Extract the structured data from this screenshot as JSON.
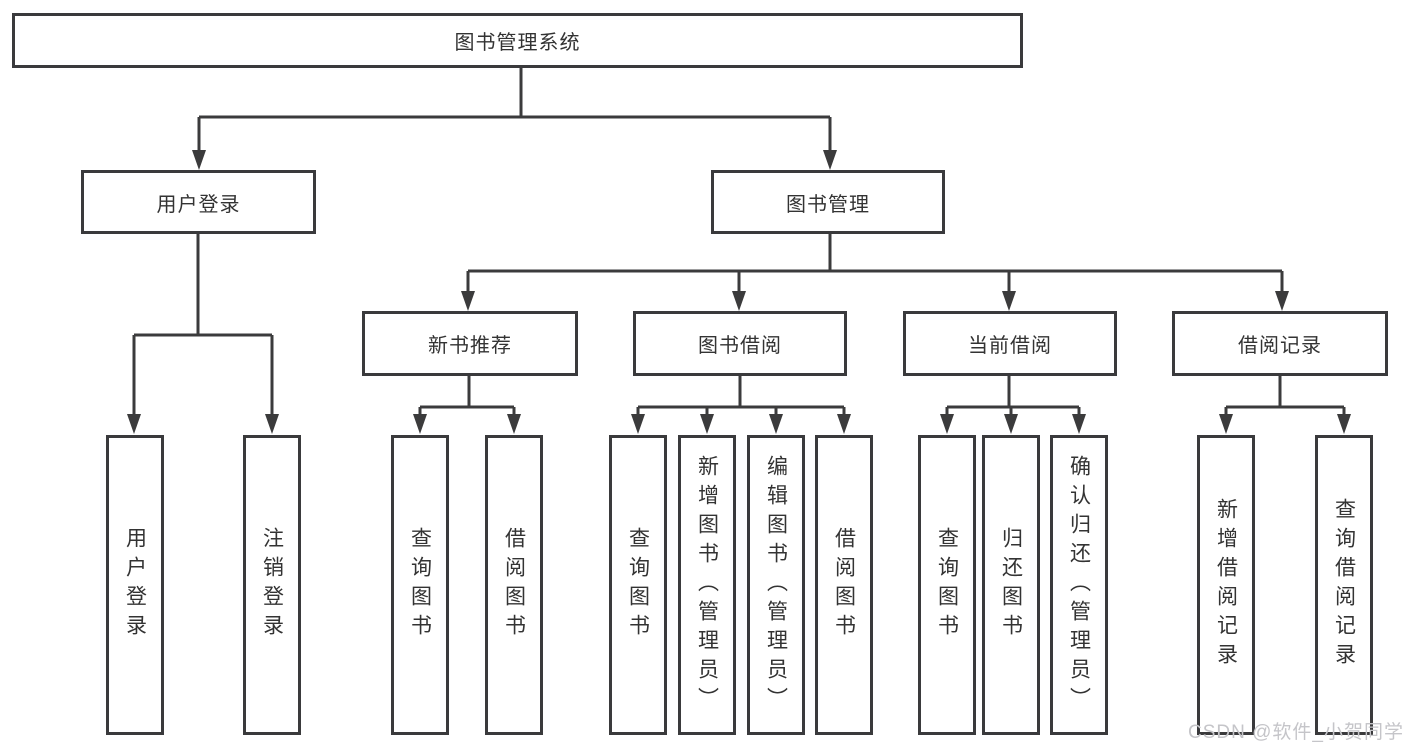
{
  "diagram_title": "图书管理系统",
  "colors": {
    "background": "#ffffff",
    "line": "#3b3b3c",
    "box_border": "#3a3a3c",
    "text": "#333333",
    "watermark": "#c5c5c9"
  },
  "tree": {
    "label": "图书管理系统",
    "children": [
      {
        "label": "用户登录",
        "children": [
          {
            "label": "用户登录"
          },
          {
            "label": "注销登录"
          }
        ]
      },
      {
        "label": "图书管理",
        "children": [
          {
            "label": "新书推荐",
            "children": [
              {
                "label": "查询图书"
              },
              {
                "label": "借阅图书"
              }
            ]
          },
          {
            "label": "图书借阅",
            "children": [
              {
                "label": "查询图书"
              },
              {
                "label": "新增图书（管理员）"
              },
              {
                "label": "编辑图书（管理员）"
              },
              {
                "label": "借阅图书"
              }
            ]
          },
          {
            "label": "当前借阅",
            "children": [
              {
                "label": "查询图书"
              },
              {
                "label": "归还图书"
              },
              {
                "label": "确认归还（管理员）"
              }
            ]
          },
          {
            "label": "借阅记录",
            "children": [
              {
                "label": "新增借阅记录"
              },
              {
                "label": "查询借阅记录"
              }
            ]
          }
        ]
      }
    ]
  },
  "watermark": {
    "text": "CSDN @软件_小贺同学"
  }
}
